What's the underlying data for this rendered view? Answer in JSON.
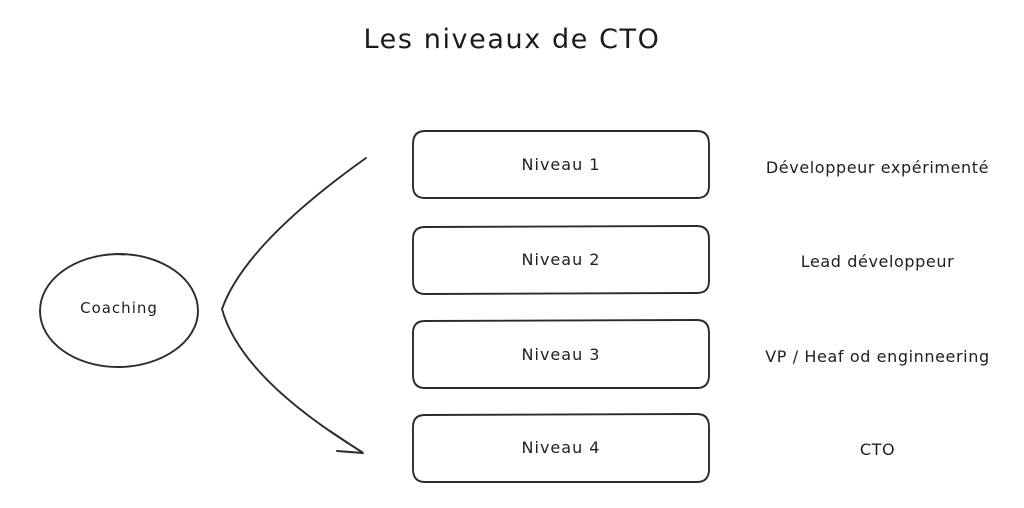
{
  "diagram": {
    "title": "Les niveaux de CTO",
    "background_color": "#ffffff",
    "stroke_color": "#2b2b2b",
    "text_color": "#1f1f1f",
    "style": "hand-drawn sketch",
    "source_node": {
      "label": "Coaching",
      "shape": "ellipse"
    },
    "connector": {
      "name": "curved-arrow",
      "from": "Coaching",
      "to": "Niveau 1 - Niveau 4",
      "arrowhead": "single"
    },
    "levels": [
      {
        "box_label": "Niveau 1",
        "description": "Développeur expérimenté"
      },
      {
        "box_label": "Niveau 2",
        "description": "Lead développeur"
      },
      {
        "box_label": "Niveau 3",
        "description": "VP / Heaf od enginneering"
      },
      {
        "box_label": "Niveau 4",
        "description": "CTO"
      }
    ]
  }
}
